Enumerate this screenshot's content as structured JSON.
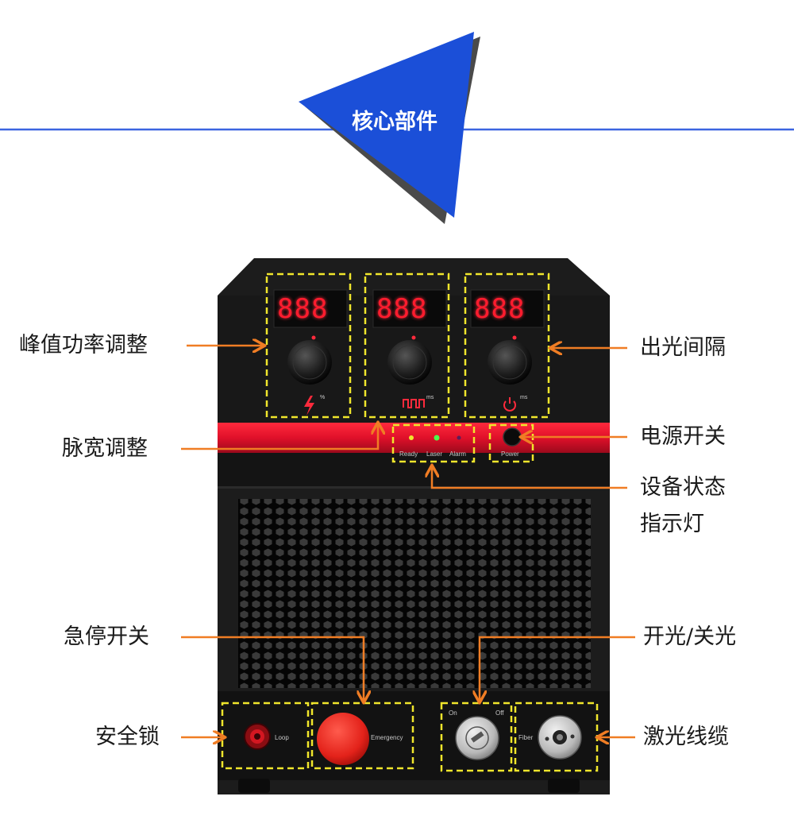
{
  "header": {
    "title": "核心部件",
    "accent_color": "#1b4fd8",
    "line_color": "#3b64e0"
  },
  "displays": {
    "peak_power": "888",
    "pulse_width": "888",
    "interval": "888"
  },
  "knob_units": {
    "peak_power": "%",
    "pulse_width": "ms",
    "interval": "ms"
  },
  "indicators": {
    "ready": "Ready",
    "laser": "Laser",
    "alarm": "Alarm",
    "power": "Power"
  },
  "panel_text": {
    "loop": "Loop",
    "emergency": "Emergency",
    "laser_on": "On",
    "laser_off": "Off",
    "fiber": "Fiber"
  },
  "callouts": {
    "peak_power_adjust": "峰值功率调整",
    "pulse_width_adjust": "脉宽调整",
    "light_interval": "出光间隔",
    "power_switch": "电源开关",
    "status_line1": "设备状态",
    "status_line2": "指示灯",
    "emergency_stop": "急停开关",
    "laser_on_off": "开光/关光",
    "safety_lock": "安全锁",
    "laser_cable": "激光线缆"
  },
  "colors": {
    "arrow": "#f07d24",
    "dash_box": "#f0e62c",
    "red_stripe": "#e0102a",
    "body": "#1c1c1c"
  }
}
